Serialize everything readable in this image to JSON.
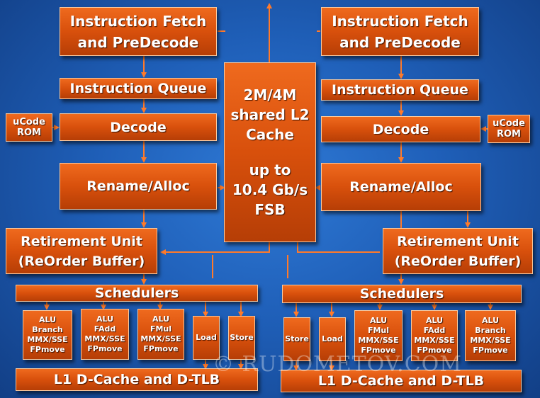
{
  "colors": {
    "background": "#1f5fb8",
    "block": "#d8500c",
    "wire": "#ff7a2a",
    "text": "#ffffff"
  },
  "l2": {
    "line1": "2M/4M",
    "line2": "shared L2",
    "line3": "Cache",
    "line4": "up to",
    "line5": "10.4 Gb/s",
    "line6": "FSB"
  },
  "left_core": {
    "fetch_line1": "Instruction Fetch",
    "fetch_line2": "and PreDecode",
    "queue": "Instruction Queue",
    "decode": "Decode",
    "ucode_line1": "uCode",
    "ucode_line2": "ROM",
    "rename": "Rename/Alloc",
    "retire_line1": "Retirement Unit",
    "retire_line2": "(ReOrder Buffer)",
    "schedulers": "Schedulers",
    "units": [
      [
        "ALU",
        "Branch",
        "MMX/SSE",
        "FPmove"
      ],
      [
        "ALU",
        "FAdd",
        "MMX/SSE",
        "FPmove"
      ],
      [
        "ALU",
        "FMul",
        "MMX/SSE",
        "FPmove"
      ],
      [
        "Load"
      ],
      [
        "Store"
      ]
    ],
    "l1": "L1 D-Cache and D-TLB"
  },
  "right_core": {
    "fetch_line1": "Instruction Fetch",
    "fetch_line2": "and PreDecode",
    "queue": "Instruction Queue",
    "decode": "Decode",
    "ucode_line1": "uCode",
    "ucode_line2": "ROM",
    "rename": "Rename/Alloc",
    "retire_line1": "Retirement Unit",
    "retire_line2": "(ReOrder Buffer)",
    "schedulers": "Schedulers",
    "units": [
      [
        "Store"
      ],
      [
        "Load"
      ],
      [
        "ALU",
        "FMul",
        "MMX/SSE",
        "FPmove"
      ],
      [
        "ALU",
        "FAdd",
        "MMX/SSE",
        "FPmove"
      ],
      [
        "ALU",
        "Branch",
        "MMX/SSE",
        "FPmove"
      ]
    ],
    "l1": "L1 D-Cache and D-TLB"
  },
  "watermark": "© RUDOMETOV.COM"
}
